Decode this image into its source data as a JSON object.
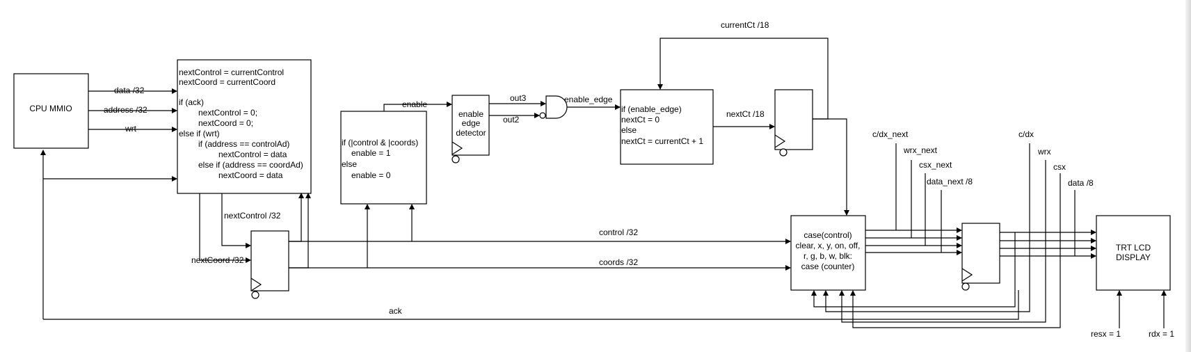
{
  "blocks": {
    "cpu": "CPU MMIO",
    "lcd": [
      "TRT LCD",
      "DISPLAY"
    ],
    "edge_detector": [
      "enable",
      "edge",
      "detector"
    ],
    "ctl_logic": [
      "nextControl = currentControl",
      "nextCoord = currentCoord",
      "",
      "if (ack)",
      "nextControl = 0;",
      "nextCoord = 0;",
      "else if (wrt)",
      "if (address == controlAd)",
      "nextControl = data",
      "else if (address == coordAd)",
      "nextCoord = data"
    ],
    "enable_logic": [
      "if (|control & |coords)",
      "enable = 1",
      "else",
      "enable = 0"
    ],
    "counter_logic": [
      "if (enable_edge)",
      "nextCt = 0",
      "else",
      "nextCt = currentCt + 1"
    ],
    "case_logic": [
      "case(control)",
      "clear, x, y, on, off,",
      "r, g, b, w, blk:",
      "case (counter)"
    ]
  },
  "signals": {
    "data": "data /32",
    "address": "address /32",
    "wrt": "wrt",
    "next_control": "nextControl /32",
    "next_coord": "nextCoord /32",
    "enable": "enable",
    "out3": "out3",
    "out2": "out2",
    "enable_edge": "enable_edge",
    "current_ct": "currentCt /18",
    "next_ct": "nextCt /18",
    "control": "control /32",
    "coords": "coords /32",
    "ack": "ack",
    "cdx_next": "c/dx_next",
    "wrx_next": "wrx_next",
    "csx_next": "csx_next",
    "data_next": "data_next /8",
    "cdx": "c/dx",
    "wrx": "wrx",
    "csx": "csx",
    "data8": "data /8",
    "resx": "resx = 1",
    "rdx": "rdx = 1"
  }
}
